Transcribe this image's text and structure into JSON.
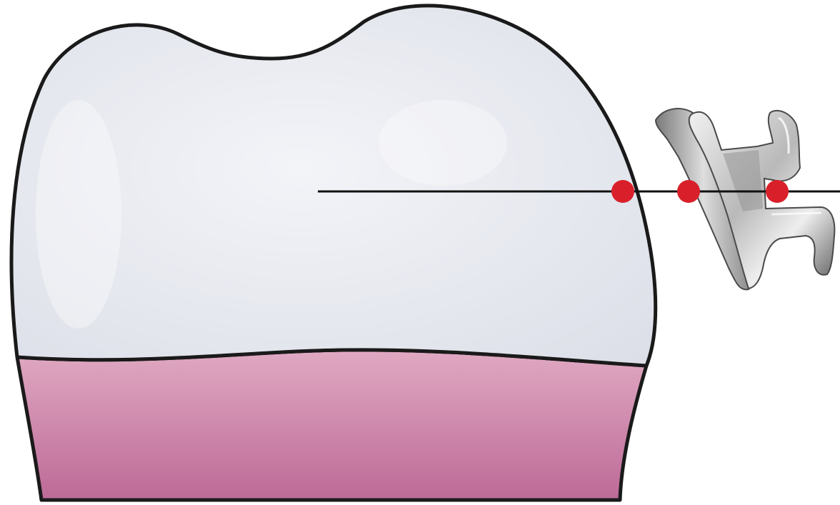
{
  "illustration": {
    "subject": "tooth-with-orthodontic-bracket",
    "elements": [
      "tooth-crown",
      "gingiva",
      "orthodontic-bracket",
      "reference-line",
      "contact-markers"
    ],
    "marker_count": 3
  },
  "colors": {
    "background": "#ffffff",
    "outline": "#1a1a1a",
    "crown_light": "#f3f4f8",
    "crown_shade": "#dcdfe8",
    "gingiva_top": "#e0a9c2",
    "gingiva_bottom": "#bd6a97",
    "marker": "#d9202a",
    "bracket_light": "#f2f2f2",
    "bracket_mid": "#b9b9b9",
    "bracket_dark": "#5a5a5a"
  }
}
